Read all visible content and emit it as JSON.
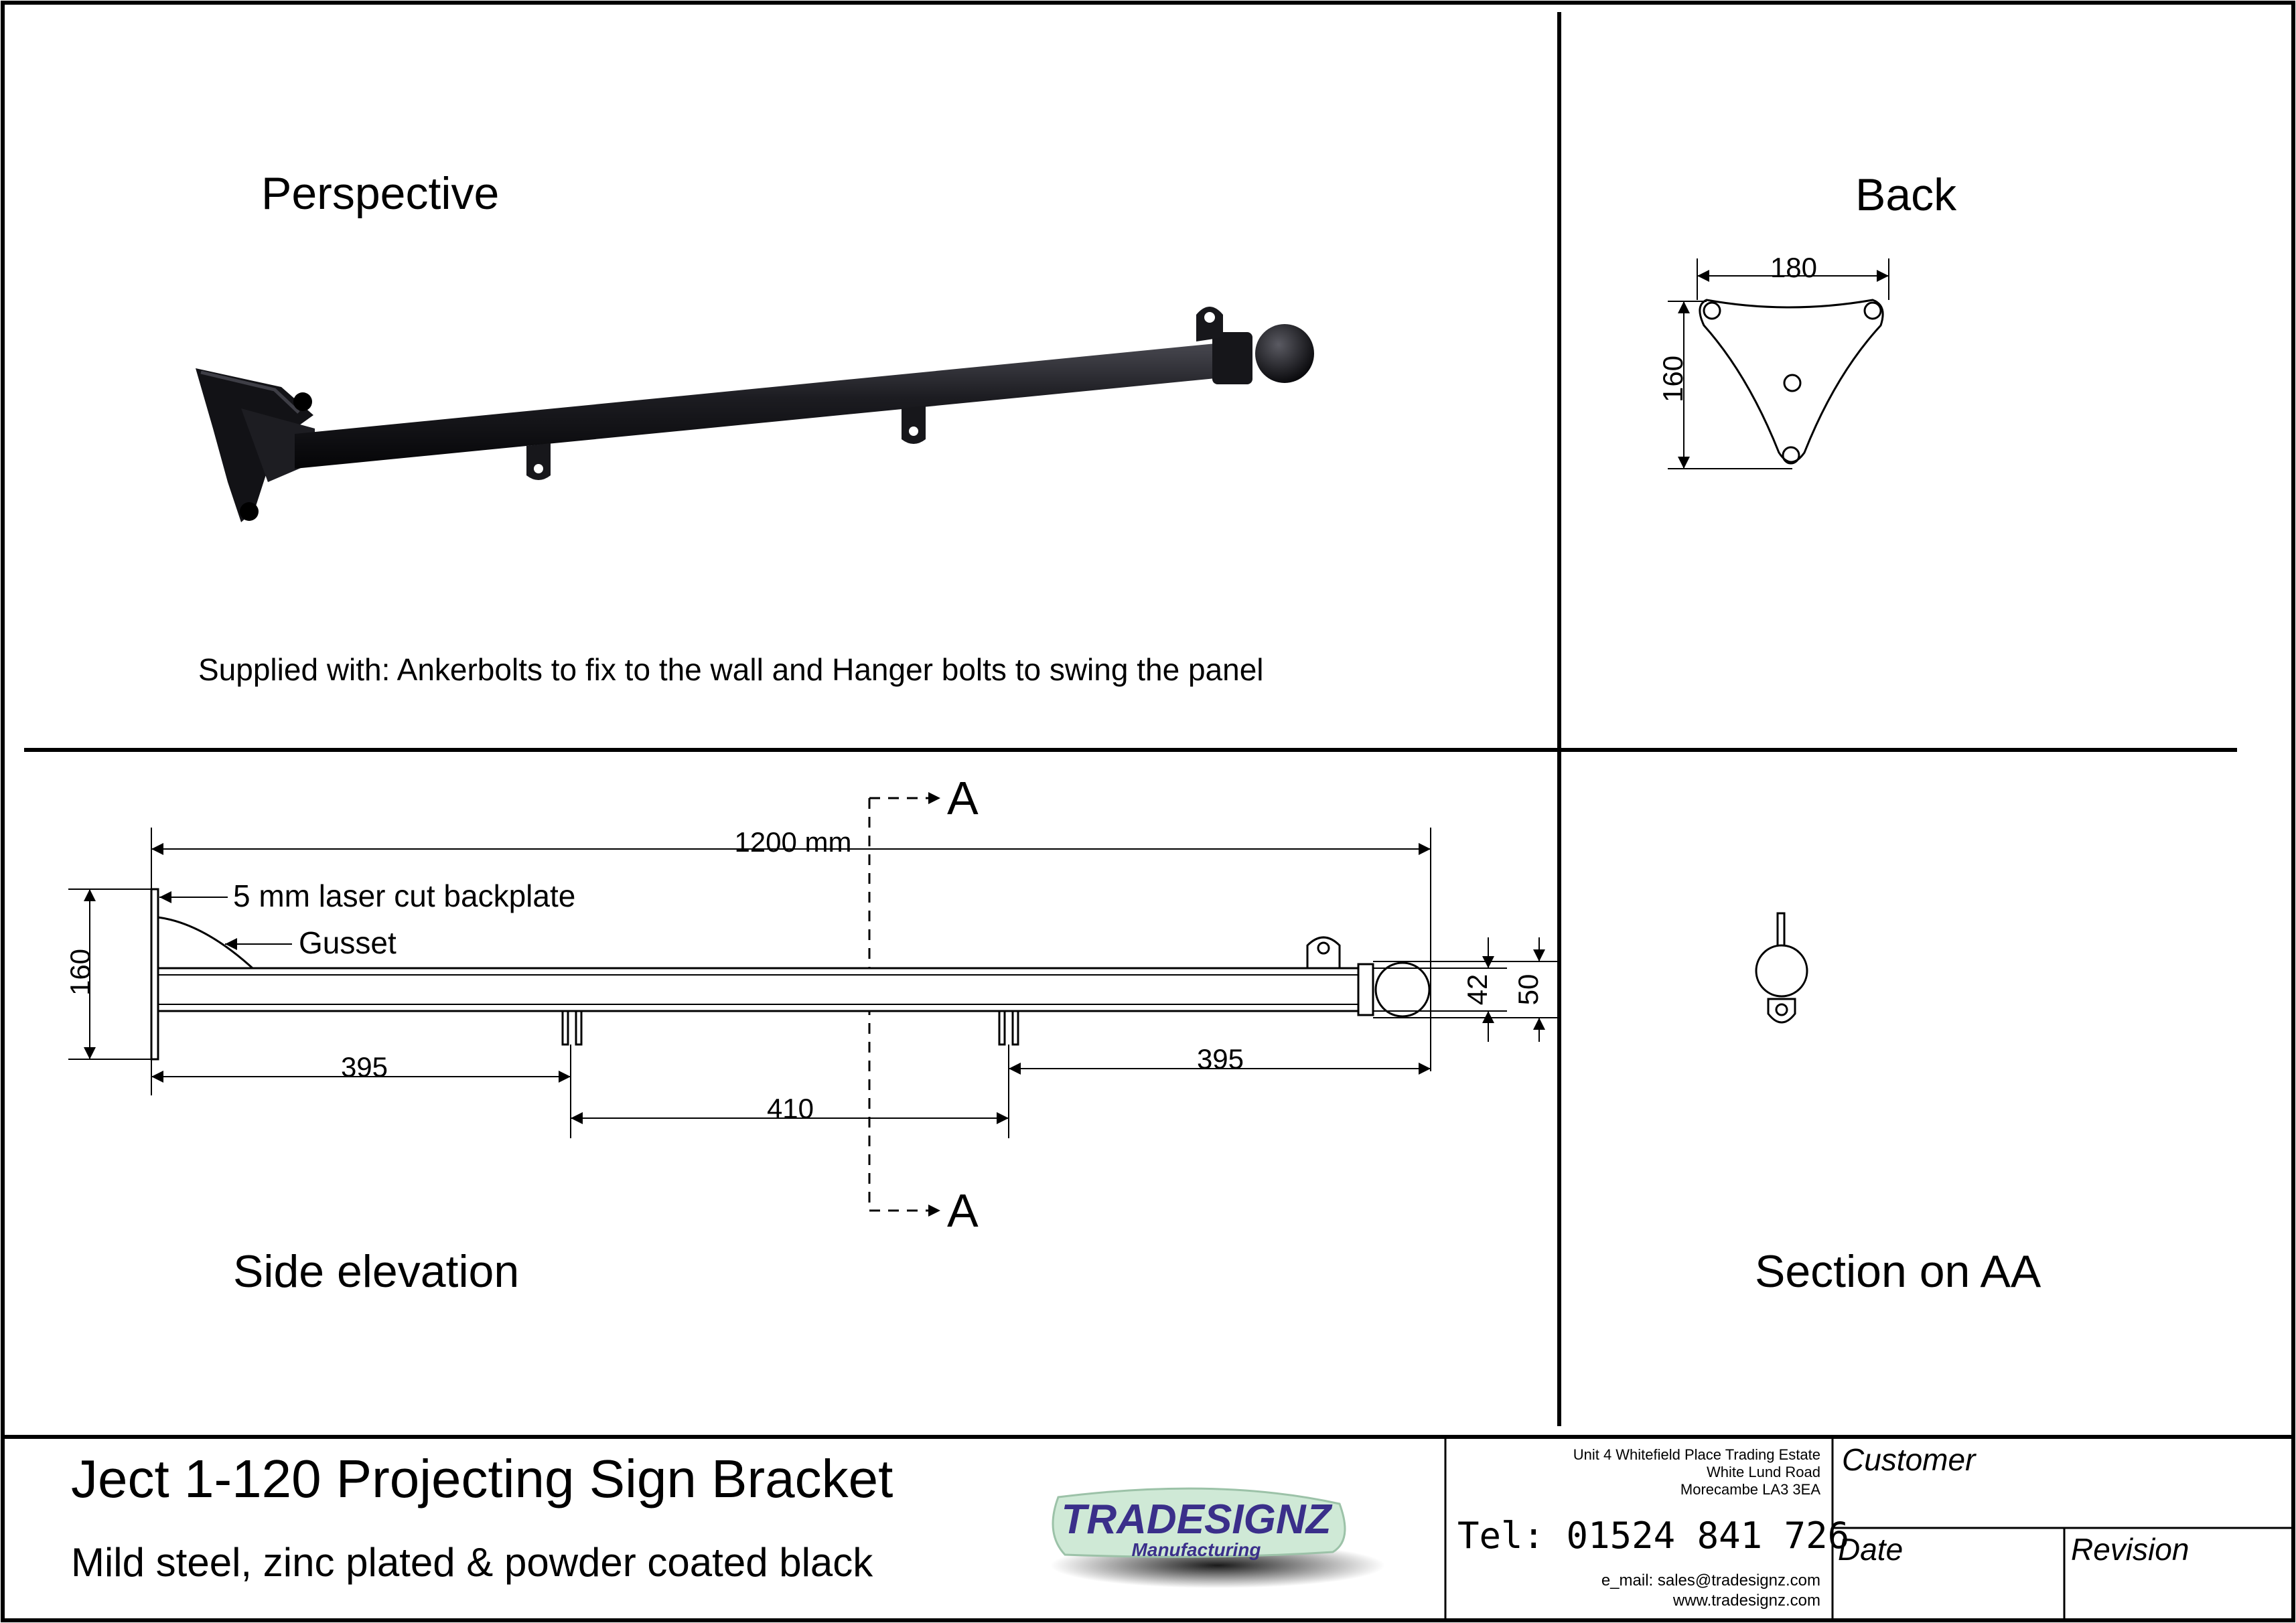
{
  "views": {
    "perspective": {
      "title": "Perspective",
      "note": "Supplied with: Ankerbolts to fix to the wall and Hanger bolts to swing the panel"
    },
    "back": {
      "title": "Back",
      "width_dim": "180",
      "height_dim": "160"
    },
    "side": {
      "title": "Side elevation",
      "overall_length": "1200 mm",
      "backplate_label": "5 mm laser cut backplate",
      "gusset_label": "Gusset",
      "height_dim": "160",
      "tube_dim": "42",
      "ball_dim": "50",
      "left_spacing": "395",
      "mid_spacing": "410",
      "right_spacing": "395",
      "section_marker": "A"
    },
    "section": {
      "title": "Section on AA"
    }
  },
  "title_block": {
    "product_title": "Ject 1-120 Projecting Sign Bracket",
    "material": "Mild steel, zinc plated & powder coated black",
    "logo_main": "TRADESIGNZ",
    "logo_sub": "Manufacturing",
    "address_line1": "Unit 4 Whitefield Place Trading Estate",
    "address_line2": "White Lund Road",
    "address_line3": "Morecambe LA3 3EA",
    "tel": "Tel: 01524 841 726",
    "email": "e_mail: sales@tradesignz.com",
    "web": "www.tradesignz.com",
    "customer_label": "Customer",
    "date_label": "Date",
    "revision_label": "Revision"
  },
  "colors": {
    "line": "#000000",
    "bracket_fill": "#1a1a1e",
    "logo_text": "#3a2f8a",
    "logo_plate": "#cfe9d6"
  }
}
